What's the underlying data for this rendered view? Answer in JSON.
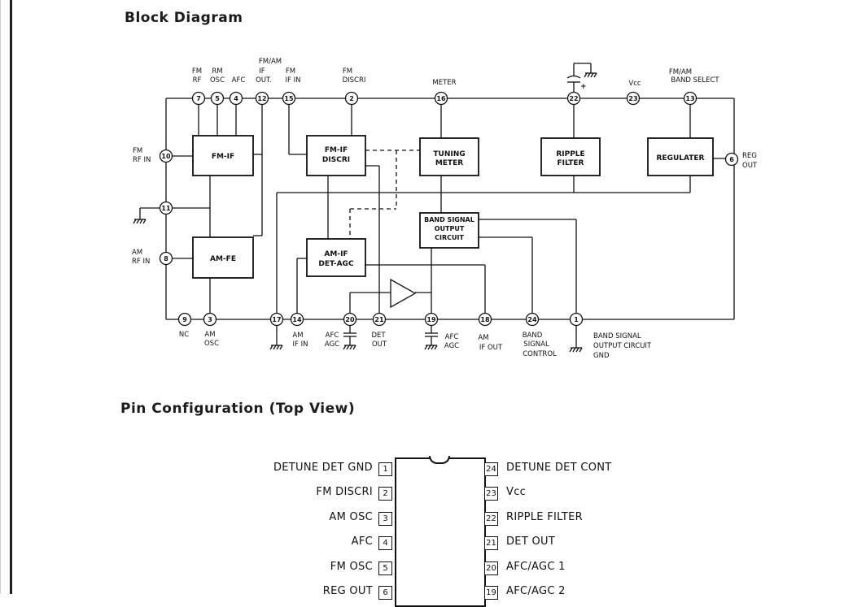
{
  "titles": {
    "block_diagram": "Block Diagram",
    "pin_configuration": "Pin Configuration (Top View)"
  },
  "blocks": {
    "fm_if": [
      "FM-IF"
    ],
    "fm_if_discri": [
      "FM-IF",
      "DISCRI"
    ],
    "tuning_meter": [
      "TUNING",
      "METER"
    ],
    "ripple_filter": [
      "RIPPLE",
      "FILTER"
    ],
    "regulater": [
      "REGULATER"
    ],
    "am_fe": [
      "AM-FE"
    ],
    "am_if_det_agc": [
      "AM-IF",
      "DET-AGC"
    ],
    "band_signal_output": [
      "BAND SIGNAL",
      "OUTPUT",
      "CIRCUIT"
    ]
  },
  "pin_nodes": {
    "p7": "7",
    "p5": "5",
    "p4": "4",
    "p12": "12",
    "p15": "15",
    "p2": "2",
    "p16": "16",
    "p22": "22",
    "p23": "23",
    "p13": "13",
    "p10": "10",
    "p11": "11",
    "p8": "8",
    "p6": "6",
    "p9": "9",
    "p3": "3",
    "p17": "17",
    "p14": "14",
    "p20": "20",
    "p21": "21",
    "p19": "19",
    "p18": "18",
    "p24": "24",
    "p1": "1"
  },
  "top_labels": {
    "fm_rf": [
      "FM",
      "RF"
    ],
    "rm_osc": [
      "RM",
      "OSC"
    ],
    "afc": [
      "AFC"
    ],
    "fm_am_if_out": [
      "FM/AM",
      "IF",
      "OUT."
    ],
    "fm_if_in": [
      "FM",
      "IF IN"
    ],
    "fm_discri": [
      "FM",
      "DISCRI"
    ],
    "meter": [
      "METER"
    ],
    "vcc_sym": "+",
    "vcc": "Vcc",
    "fm_am_band_select": [
      "FM/AM",
      "BAND SELECT"
    ]
  },
  "side_labels": {
    "fm_rf_in": [
      "FM",
      "RF IN"
    ],
    "am_rf_in": [
      "AM",
      "RF IN"
    ],
    "reg_out": [
      "REG",
      "OUT"
    ]
  },
  "bottom_labels": {
    "nc": [
      "NC"
    ],
    "am_osc": [
      "AM",
      "OSC"
    ],
    "am_if_in": [
      "AM",
      "IF IN"
    ],
    "afc_agc_20": [
      "AFC",
      "AGC"
    ],
    "det_out": [
      "DET",
      "OUT"
    ],
    "afc_agc_19": [
      "AFC",
      "AGC"
    ],
    "am_if_out": [
      "AM",
      "IF OUT"
    ],
    "band_signal_control": [
      "BAND",
      "SIGNAL",
      "CONTROL"
    ],
    "band_signal_output_gnd": [
      "BAND SIGNAL",
      "OUTPUT CIRCUIT",
      "GND"
    ]
  },
  "pinout": {
    "left": [
      {
        "num": "1",
        "label": "DETUNE DET GND"
      },
      {
        "num": "2",
        "label": "FM DISCRI"
      },
      {
        "num": "3",
        "label": "AM OSC"
      },
      {
        "num": "4",
        "label": "AFC"
      },
      {
        "num": "5",
        "label": "FM OSC"
      },
      {
        "num": "6",
        "label": "REG OUT"
      }
    ],
    "right": [
      {
        "num": "24",
        "label": "DETUNE DET CONT"
      },
      {
        "num": "23",
        "label": "Vcc"
      },
      {
        "num": "22",
        "label": "RIPPLE FILTER"
      },
      {
        "num": "21",
        "label": "DET OUT"
      },
      {
        "num": "20",
        "label": "AFC/AGC 1"
      },
      {
        "num": "19",
        "label": "AFC/AGC 2"
      }
    ]
  }
}
